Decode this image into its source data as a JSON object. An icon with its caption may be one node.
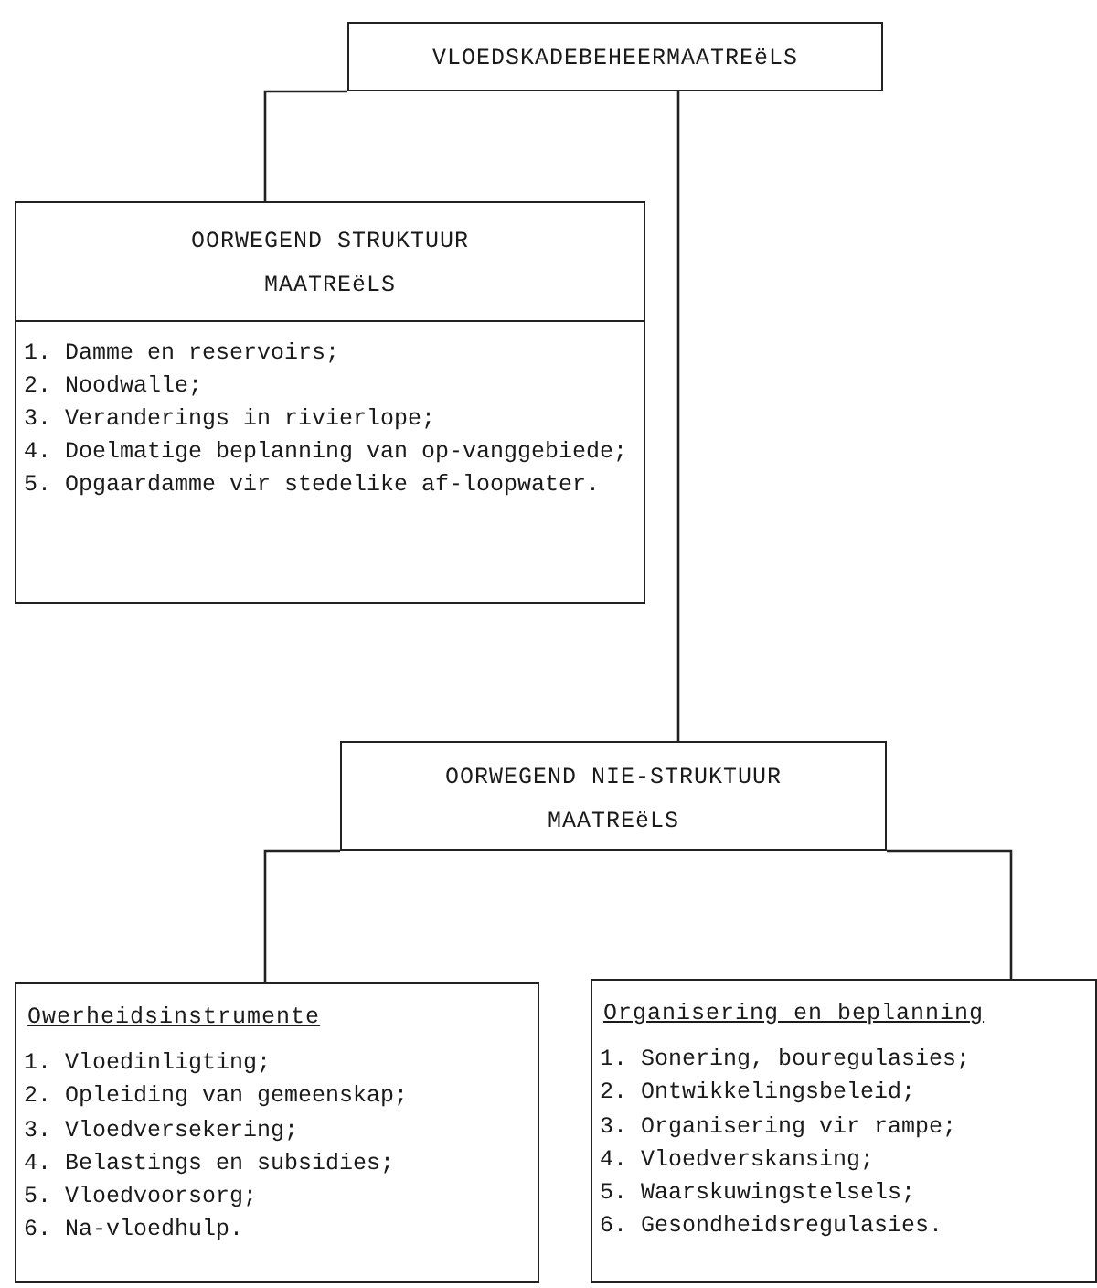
{
  "diagram": {
    "nodes": [
      {
        "text": [
          "VLOEDSKADEBEHEERMAATREëLS"
        ]
      },
      {
        "text": [
          "OORWEGEND STRUKTUUR MAATREëLS",
          "1. Damme en reservoirs;",
          "2. Noodwalle;",
          "3. Veranderings in rivierlope;",
          "4. Doelmatige beplanning van op-vanggebiede;",
          "5. Opgaardamme vir stedelike af-loopwater."
        ]
      },
      {
        "text": [
          "OORWEGEND NIE-STRUKTUUR MAATREëLS"
        ]
      },
      {
        "text": [
          "Owerheidsinstrumente",
          "1. Vloedinligting;",
          "2. Opleiding van gemeenskap;",
          "3. Vloedversekering;",
          "4. Belastings en subsidies;",
          "5. Vloedvoorsorg;",
          "6. Na-vloedhulp."
        ]
      },
      {
        "text": [
          "Organisering en beplanning",
          "1. Sonering, bouregulasies;",
          "2. Ontwikkelingsbeleid;",
          "3. Organisering vir rampe;",
          "4. Vloedverskansing;",
          "5. Waarskuwingstelsels;",
          "6. Gesondheidsregulasies."
        ]
      }
    ],
    "edges": [
      {
        "from": 0,
        "to": 1,
        "arrow": "none"
      },
      {
        "from": 0,
        "to": 2,
        "arrow": "none"
      },
      {
        "from": 2,
        "to": 3,
        "arrow": "none"
      },
      {
        "from": 2,
        "to": 4,
        "arrow": "none"
      }
    ]
  }
}
